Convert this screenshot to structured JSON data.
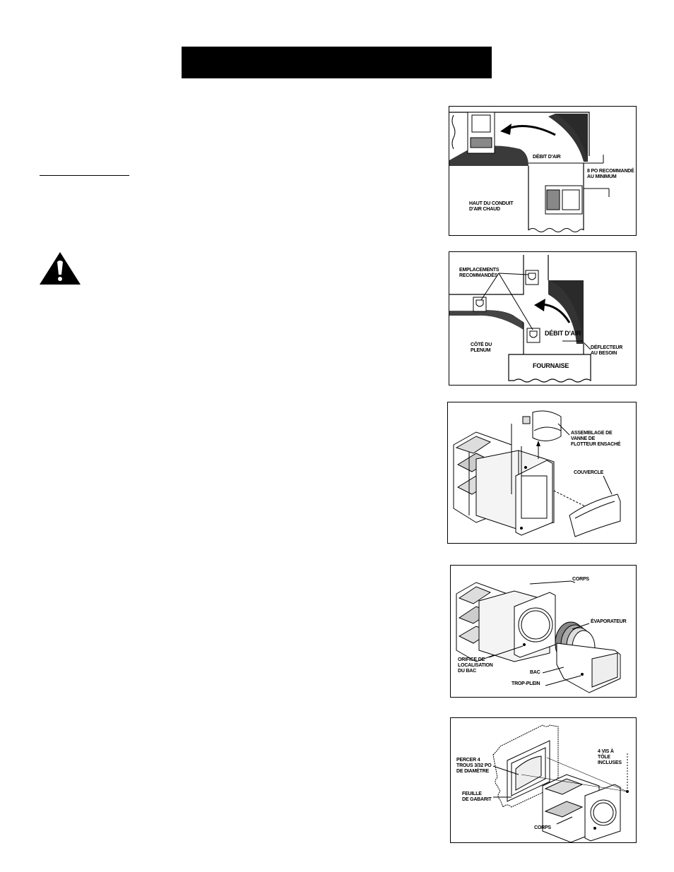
{
  "figures": {
    "fig1": {
      "airflow": "DÉBIT D'AIR",
      "recommended": "8 PO RECOMMANDÉ\nAU MINIMUM",
      "top_duct": "HAUT DU CONDUIT\nD'AIR CHAUD"
    },
    "fig2": {
      "locations": "EMPLACEMENTS\nRECOMMANDÉS",
      "airflow": "DÉBIT D'AIR",
      "plenum_side": "CÔTÉ DU\nPLENUM",
      "deflector": "DÉFLECTEUR\nAU BESOIN",
      "furnace": "FOURNAISE"
    },
    "fig3": {
      "valve_assembly": "ASSEMBLAGE DE\nVANNE DE\nFLOTTEUR ENSACHÉ",
      "cover": "COUVERCLE"
    },
    "fig4": {
      "body": "CORPS",
      "evaporator": "ÉVAPORATEUR",
      "locating_hole": "ORIFICE DE\nLOCALISATION\nDU BAC",
      "tray": "BAC",
      "overflow": "TROP-PLEIN"
    },
    "fig5": {
      "drill": "PERCER 4\nTROUS 3/32 PO\nDE DIAMÈTRE",
      "screws": "4 VIS À\nTÔLE\nINCLUSES",
      "template": "FEUILLE\nDE GABARIT",
      "body": "CORPS"
    }
  }
}
